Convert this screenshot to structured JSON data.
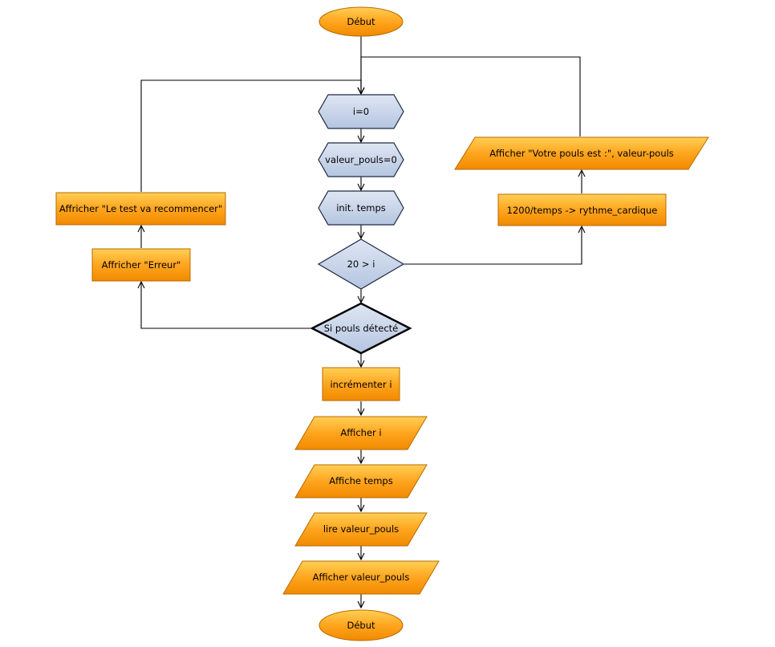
{
  "nodes": {
    "start": {
      "label": "Début"
    },
    "init_i": {
      "label": "i=0"
    },
    "init_pouls": {
      "label": "valeur_pouls=0"
    },
    "init_temps": {
      "label": "init. temps"
    },
    "loop_condition": {
      "label": "20 > i"
    },
    "pulse_condition": {
      "label": "Si pouls détecté"
    },
    "show_error": {
      "label": "Affricher \"Erreur\""
    },
    "show_restart": {
      "label": "Affricher \"Le test va recommencer\""
    },
    "compute_rhythm": {
      "label": "1200/temps -> rythme_cardique"
    },
    "show_result": {
      "label": "Afficher \"Votre pouls est :\", valeur-pouls"
    },
    "increment_i": {
      "label": "incrémenter i"
    },
    "show_i": {
      "label": "Afficher i"
    },
    "show_temps": {
      "label": "Affiche temps"
    },
    "read_pouls": {
      "label": "lire valeur_pouls"
    },
    "show_pouls": {
      "label": "Afficher valeur_pouls"
    },
    "end": {
      "label": "Début"
    }
  },
  "colors": {
    "process_fill": "#F7A22A",
    "process_stroke": "#B86A00",
    "prep_fill": "#C3D0E6",
    "prep_stroke": "#1F2A44",
    "edge": "#000000"
  }
}
